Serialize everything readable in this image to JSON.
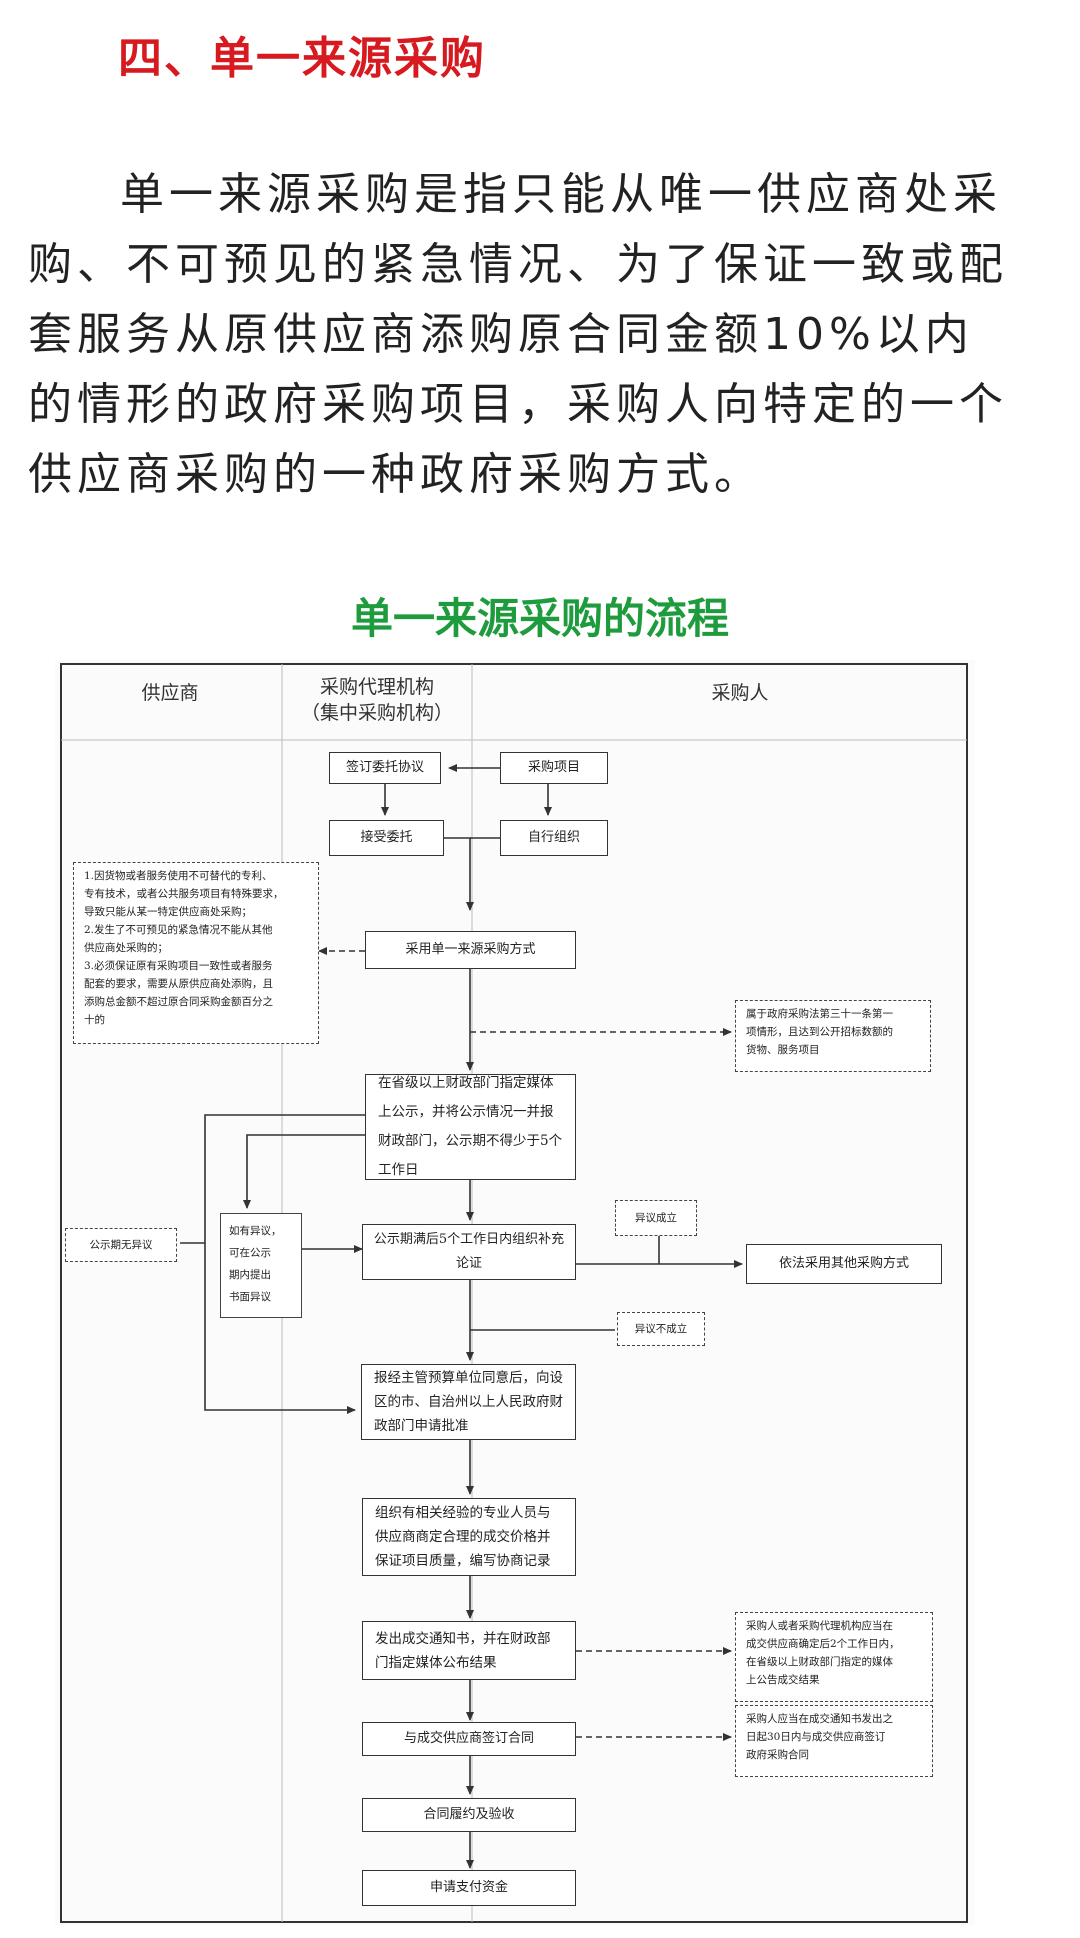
{
  "article": {
    "heading": "四、单一来源采购",
    "paragraph": "单一来源采购是指只能从唯一供应商处采购、不可预见的紧急情况、为了保证一致或配套服务从原供应商添购原合同金额10%以内的情形的政府采购项目，采购人向特定的一个供应商采购的一种政府采购方式。"
  },
  "diagram": {
    "title": "单一来源采购的流程",
    "columns": {
      "supplier": "供应商",
      "agency_line1": "采购代理机构",
      "agency_line2": "（集中采购机构）",
      "purchaser": "采购人"
    },
    "boxes": {
      "sign_agreement": "签订委托协议",
      "purchase_project": "采购项目",
      "accept_commission": "接受委托",
      "self_organize": "自行组织",
      "adopt_method": "采用单一来源采购方式",
      "publicize": "在省级以上财政部门指定媒体上公示，并将公示情况一并报财政部门，公示期不得少于5个工作日",
      "after_publicity": "公示期满后5个工作日内组织补充论证",
      "other_method": "依法采用其他采购方式",
      "report_approval": "报经主管预算单位同意后，向设区的市、自治州以上人民政府财政部门申请批准",
      "negotiate": "组织有相关经验的专业人员与供应商商定合理的成交价格并保证项目质量，编写协商记录",
      "notice": "发出成交通知书，并在财政部门指定媒体公布结果",
      "sign_contract": "与成交供应商签订合同",
      "acceptance": "合同履约及验收",
      "payment": "申请支付资金"
    },
    "notes": {
      "conditions": [
        "1.因货物或者服务使用不可替代的专利、",
        "专有技术，或者公共服务项目有特殊要求，",
        "导致只能从某一特定供应商处采购；",
        "2.发生了不可预见的紧急情况不能从其他",
        "供应商处采购的；",
        "3.必须保证原有采购项目一致性或者服务",
        "配套的要求，需要从原供应商处添购，且",
        "添购总金额不超过原合同采购金额百分之",
        "十的"
      ],
      "article31": [
        "属于政府采购法第三十一条第一",
        "项情形，且达到公开招标数额的",
        "货物、服务项目"
      ],
      "no_objection": "公示期无异议",
      "objection": [
        "如有异议，",
        "可在公示",
        "期内提出",
        "书面异议"
      ],
      "objection_valid": "异议成立",
      "objection_invalid": "异议不成立",
      "confirm_deadline": [
        "采购人或者采购代理机构应当在",
        "成交供应商确定后2个工作日内，",
        "在省级以上财政部门指定的媒体",
        "上公告成交结果"
      ],
      "contract_deadline": [
        "采购人应当在成交通知书发出之",
        "日起30日内与成交供应商签订",
        "政府采购合同"
      ]
    }
  }
}
